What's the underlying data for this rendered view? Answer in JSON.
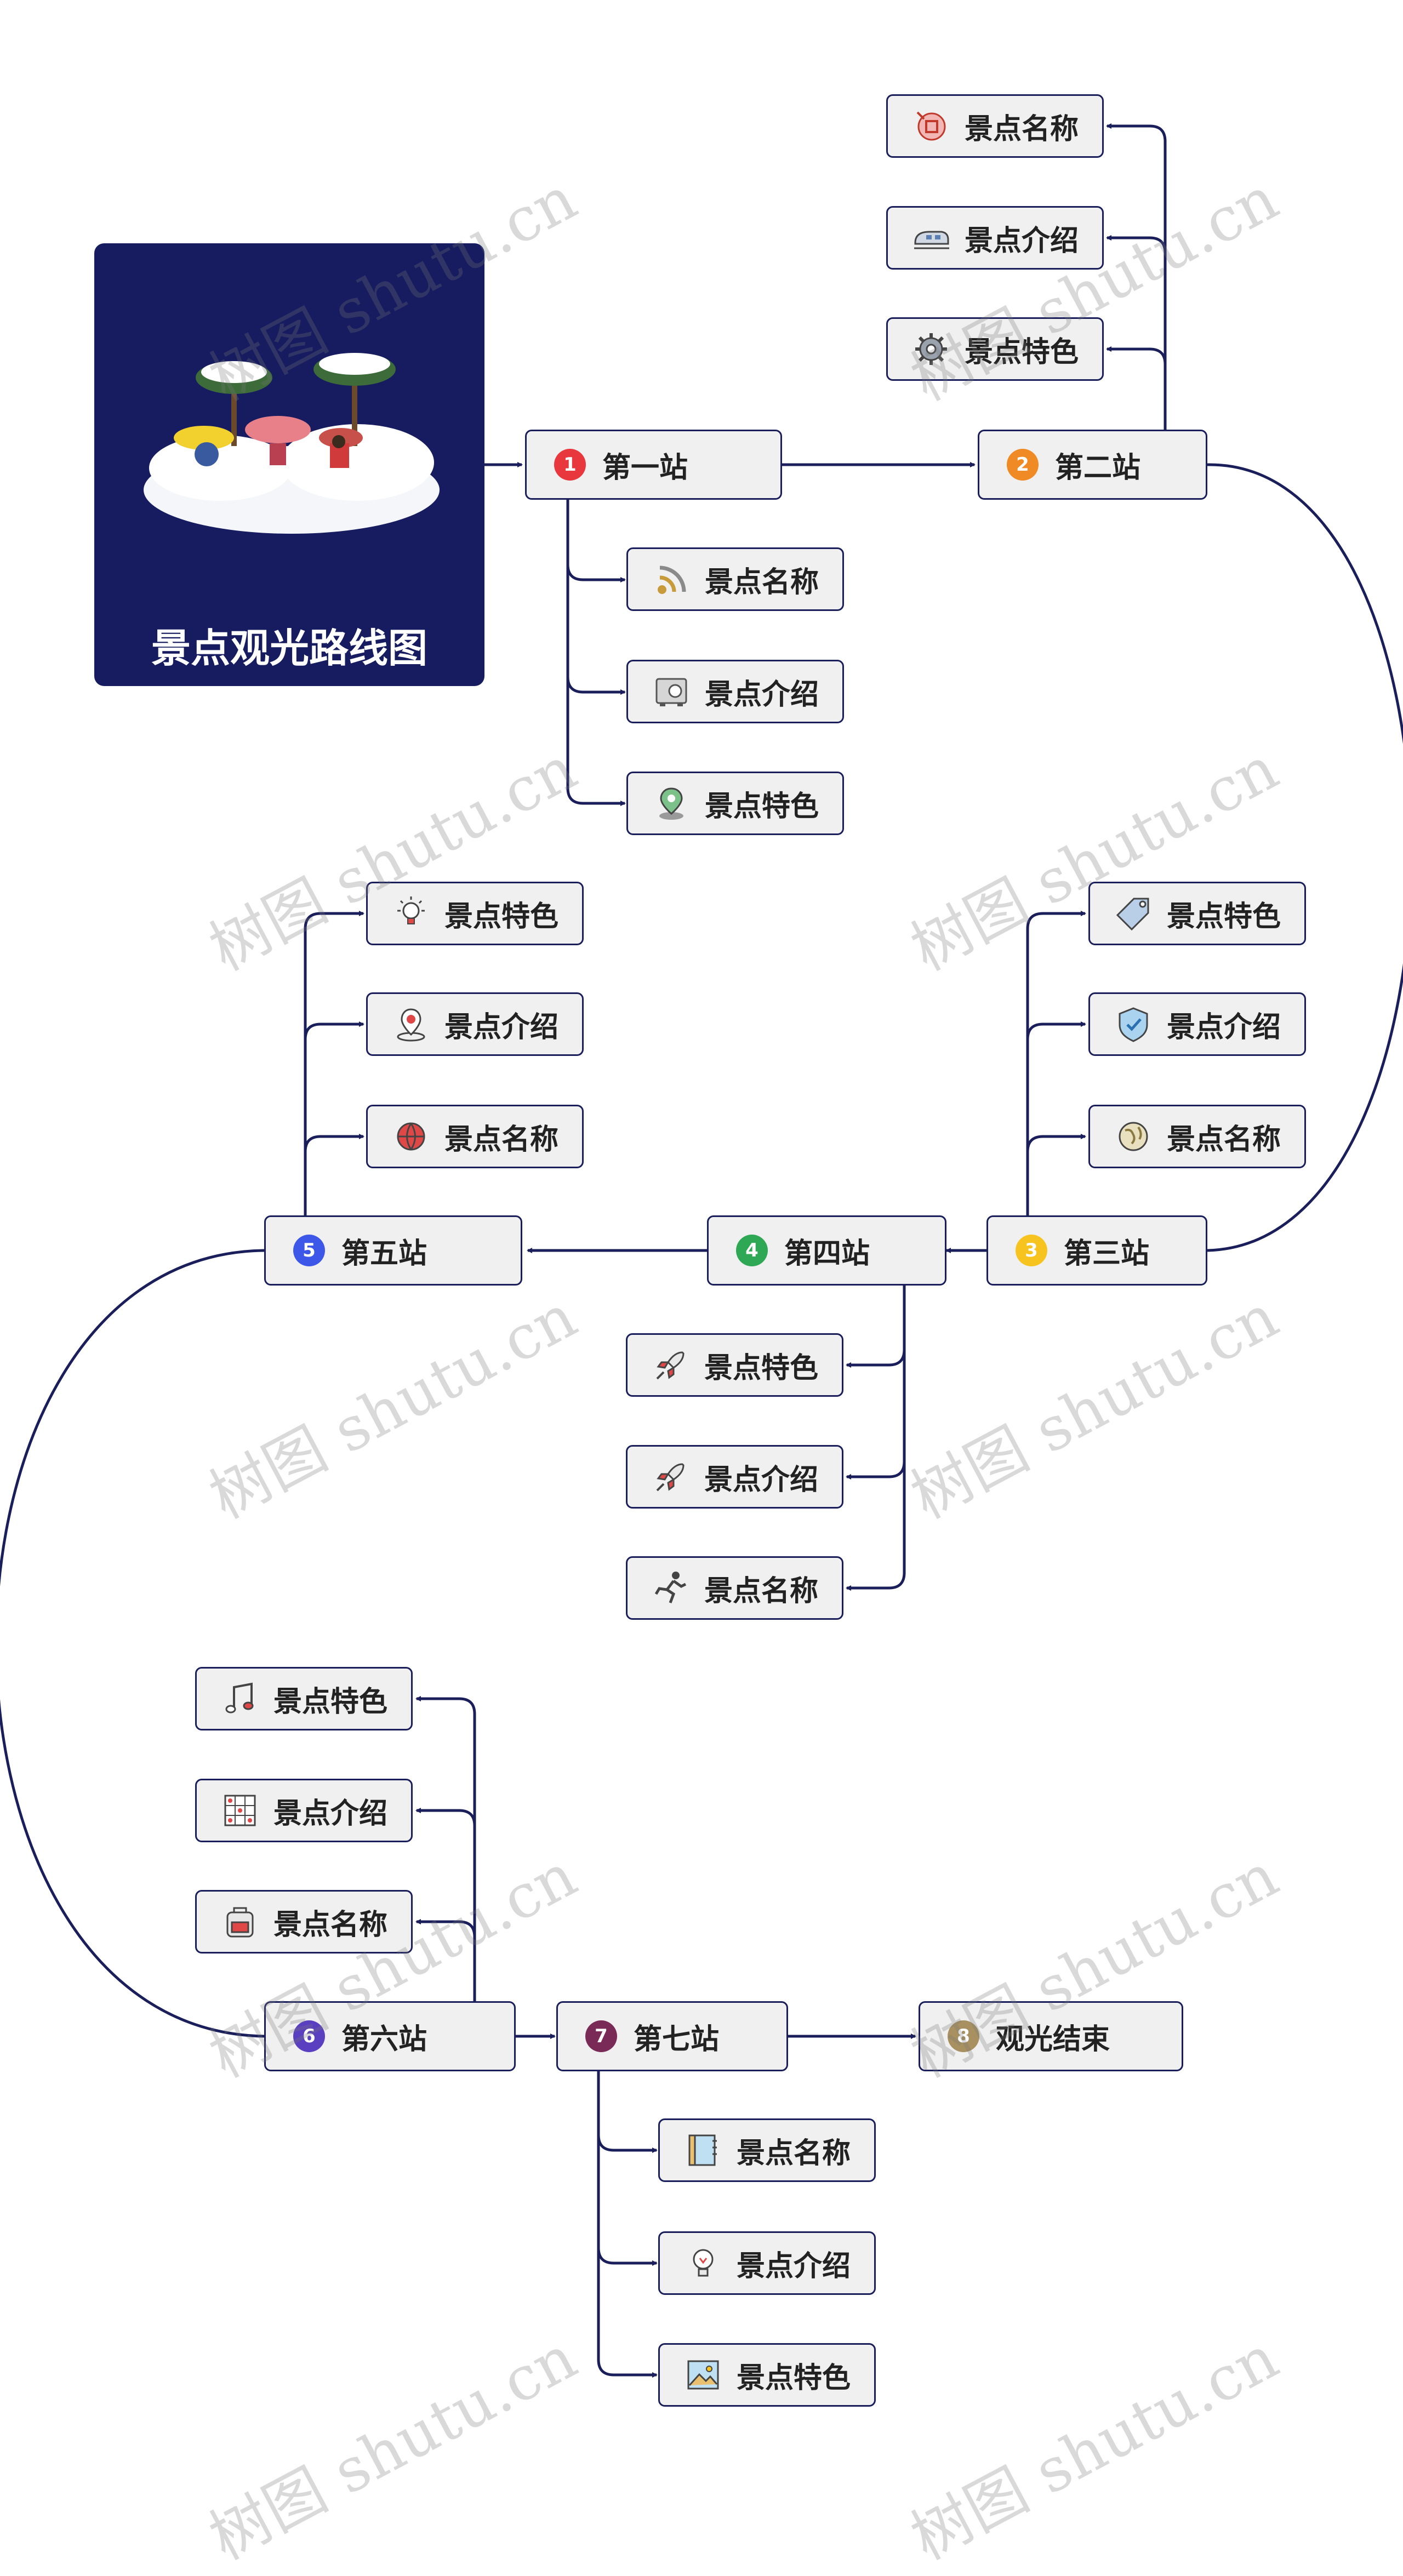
{
  "root": {
    "title": "景点观光路线图"
  },
  "stations": {
    "s1": {
      "num": "1",
      "label": "第一站",
      "color": "#e8383d"
    },
    "s2": {
      "num": "2",
      "label": "第二站",
      "color": "#f08a24"
    },
    "s3": {
      "num": "3",
      "label": "第三站",
      "color": "#f7c41f"
    },
    "s4": {
      "num": "4",
      "label": "第四站",
      "color": "#2fa855"
    },
    "s5": {
      "num": "5",
      "label": "第五站",
      "color": "#3d58e8"
    },
    "s6": {
      "num": "6",
      "label": "第六站",
      "color": "#5a3fc0"
    },
    "s7": {
      "num": "7",
      "label": "第七站",
      "color": "#7a2a56"
    },
    "s8": {
      "num": "8",
      "label": "观光结束",
      "color": "#a89060"
    }
  },
  "leaves": {
    "name": "景点名称",
    "intro": "景点介绍",
    "feature": "景点特色"
  },
  "watermark": "树图 shutu.cn"
}
